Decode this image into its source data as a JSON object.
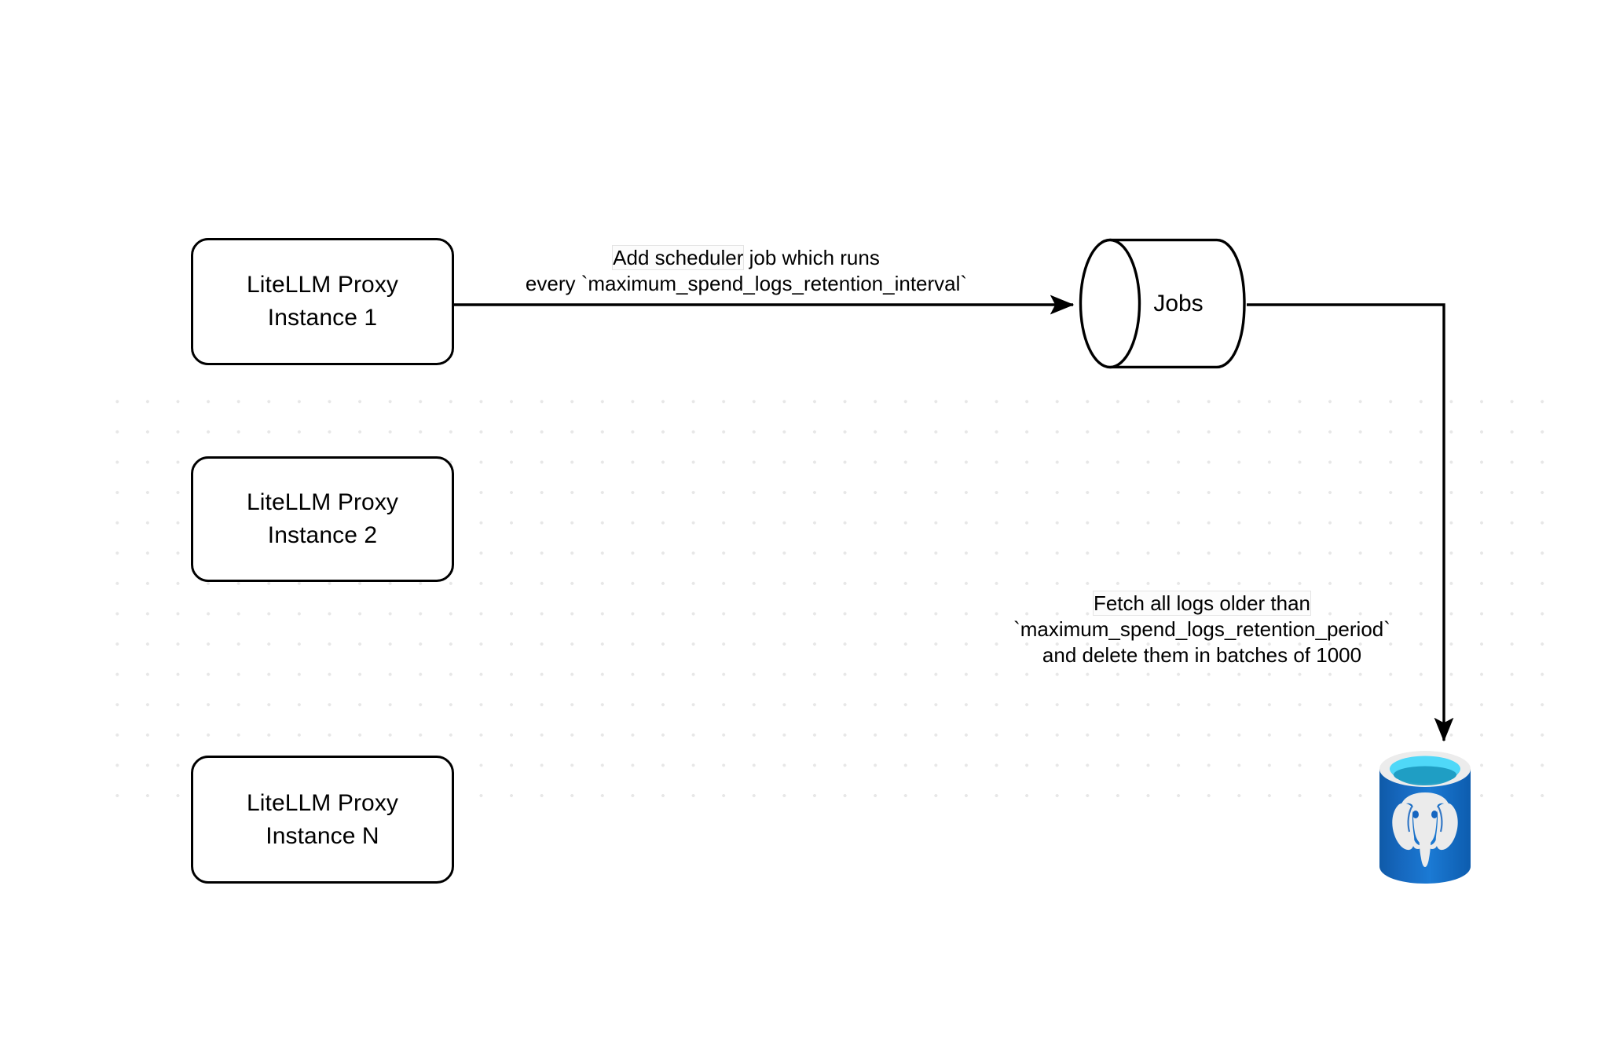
{
  "diagram": {
    "title": "LiteLLM spend logs retention scheduler flow",
    "background_color": "#ffffff",
    "grid_dot_color": "#e7e7e7",
    "stroke_color": "#000000"
  },
  "nodes": {
    "proxy_instances": [
      {
        "id": "proxy-1",
        "label": "LiteLLM Proxy\nInstance 1",
        "shape": "rounded-rect"
      },
      {
        "id": "proxy-2",
        "label": "LiteLLM Proxy\nInstance 2",
        "shape": "rounded-rect"
      },
      {
        "id": "proxy-3",
        "label": "LiteLLM Proxy\nInstance N",
        "shape": "rounded-rect"
      }
    ],
    "jobs": {
      "id": "jobs",
      "label": "Jobs",
      "shape": "cylinder-horizontal"
    },
    "database": {
      "id": "postgres",
      "label": "postgresql-database-icon",
      "shape": "cylinder",
      "body_color": "#1565c0",
      "body_color_light": "#1f7fd6",
      "rim_color": "#ececec",
      "top_color": "#4fd8f8",
      "inner_color": "#1f9ec4",
      "elephant_color": "#ebebeb"
    }
  },
  "edges": [
    {
      "id": "edge-proxy1-jobs",
      "from": "proxy-1",
      "to": "jobs",
      "label_lines": [
        "Add scheduler job which runs",
        "every `maximum_spend_logs_retention_interval`"
      ],
      "highlighted_phrase": "Add scheduler",
      "arrowhead": "filled-triangle"
    },
    {
      "id": "edge-jobs-postgres",
      "from": "jobs",
      "to": "postgres",
      "label_lines": [
        "Fetch all logs older than",
        "`maximum_spend_logs_retention_period`",
        "and delete them in batches of 1000"
      ],
      "highlighted_phrase": "Fetch all logs older than",
      "arrowhead": "filled-triangle"
    }
  ],
  "labels": {
    "scheduler_line_1_a": "Add scheduler",
    "scheduler_line_1_b": " job which runs",
    "scheduler_line_2": "every `maximum_spend_logs_retention_interval`",
    "fetch_line_1": "Fetch all logs older than",
    "fetch_line_2": "`maximum_spend_logs_retention_period`",
    "fetch_line_3": "and delete them in batches of 1000"
  }
}
